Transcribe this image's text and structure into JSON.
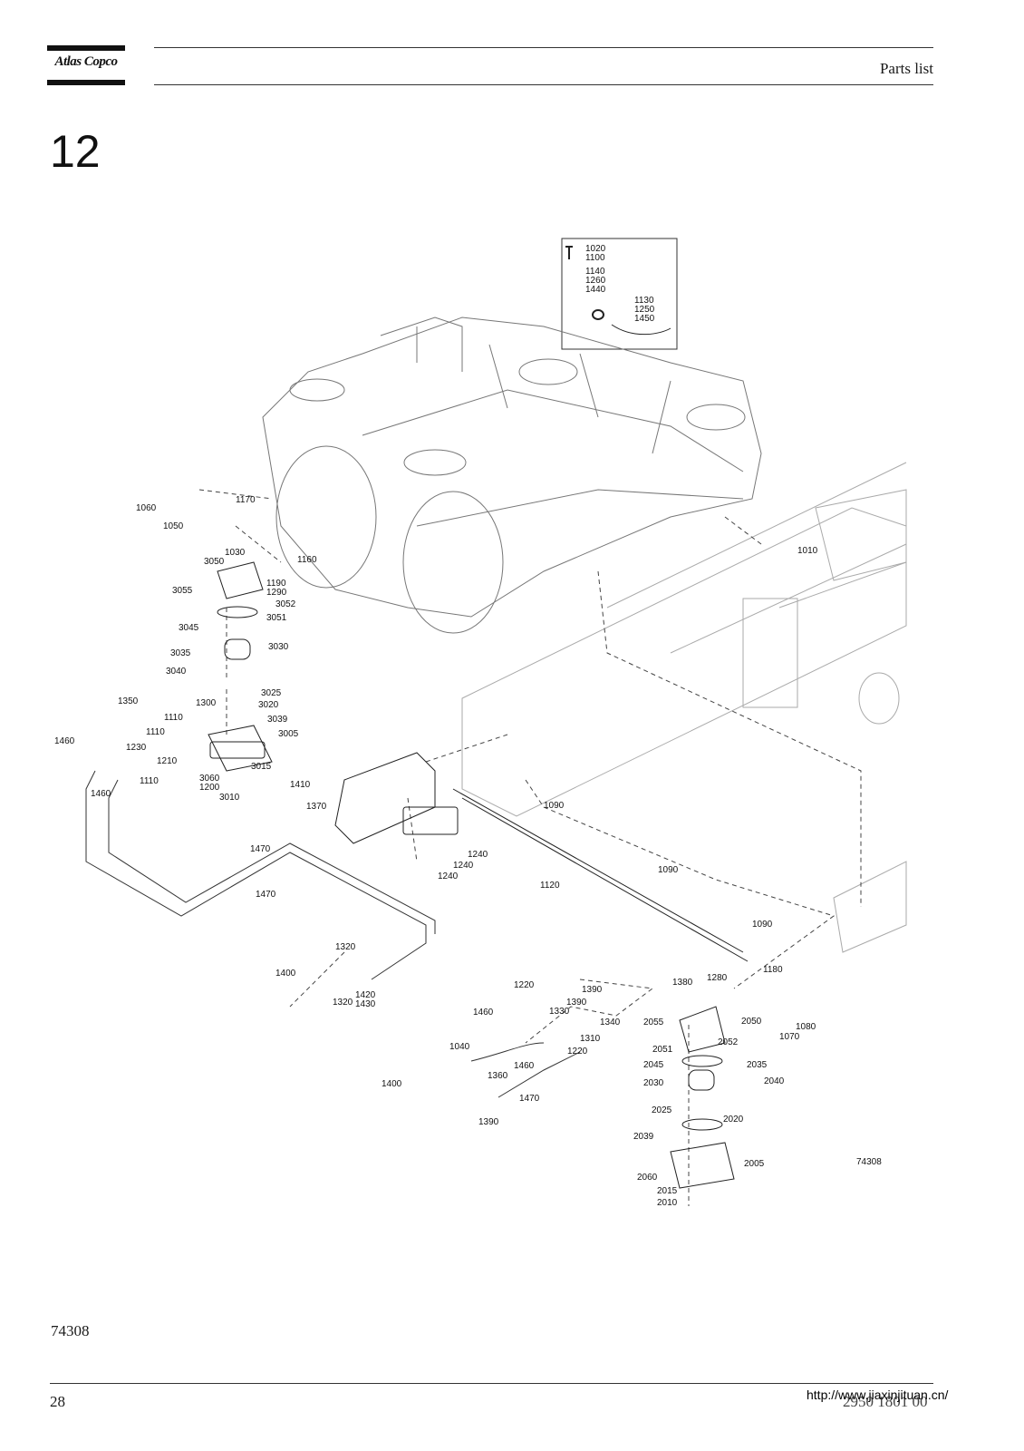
{
  "header": {
    "logo_text": "Atlas Copco",
    "title": "Parts list"
  },
  "section_number": "12",
  "diagram": {
    "figure_id": "74308",
    "callouts": {
      "c1020": "1020",
      "c1100": "1100",
      "c1140": "1140",
      "c1260": "1260",
      "c1440": "1440",
      "c1130": "1130",
      "c1250": "1250",
      "c1450": "1450",
      "c1060": "1060",
      "c1050": "1050",
      "c1170": "1170",
      "c1030": "1030",
      "c1160": "1160",
      "c3050": "3050",
      "c1190": "1190",
      "c1290": "1290",
      "c3055": "3055",
      "c3052": "3052",
      "c3051": "3051",
      "c3045": "3045",
      "c3030": "3030",
      "c3035": "3035",
      "c3040": "3040",
      "c3025": "3025",
      "c1350": "1350",
      "c1300": "1300",
      "c3020": "3020",
      "c1110a": "1110",
      "c3039": "3039",
      "c1110b": "1110",
      "c1230": "1230",
      "c3005": "3005",
      "c1460a": "1460",
      "c1210": "1210",
      "c3015": "3015",
      "c3060": "3060",
      "c1200": "1200",
      "c1110c": "1110",
      "c3010": "3010",
      "c1460b": "1460",
      "c1010": "1010",
      "c1410": "1410",
      "c1370": "1370",
      "c1090a": "1090",
      "c1240a": "1240",
      "c1240b": "1240",
      "c1240c": "1240",
      "c1470a": "1470",
      "c1470b": "1470",
      "c1120": "1120",
      "c1090b": "1090",
      "c1090c": "1090",
      "c1320a": "1320",
      "c1400a": "1400",
      "c1320b": "1320",
      "c1420": "1420",
      "c1430": "1430",
      "c1180": "1180",
      "c1220a": "1220",
      "c1390a": "1390",
      "c1380": "1380",
      "c1280": "1280",
      "c1460c": "1460",
      "c1390b": "1390",
      "c1330": "1330",
      "c2055": "2055",
      "c2050": "2050",
      "c1340": "1340",
      "c1080": "1080",
      "c1310": "1310",
      "c1070": "1070",
      "c2052": "2052",
      "c1220b": "1220",
      "c2051": "2051",
      "c1040": "1040",
      "c1460d": "1460",
      "c2045": "2045",
      "c2035": "2035",
      "c1360": "1360",
      "c2030": "2030",
      "c2040": "2040",
      "c1400b": "1400",
      "c1470c": "1470",
      "c1390c": "1390",
      "c2025": "2025",
      "c2020": "2020",
      "c2039": "2039",
      "c2005": "2005",
      "c74308": "74308",
      "c2060": "2060",
      "c2015": "2015",
      "c2010": "2010"
    }
  },
  "footer": {
    "figure_ref": "74308",
    "page_number": "28",
    "doc_number": "2950 1801 00",
    "watermark": "http://www.jiaxinjituan.cn/"
  }
}
